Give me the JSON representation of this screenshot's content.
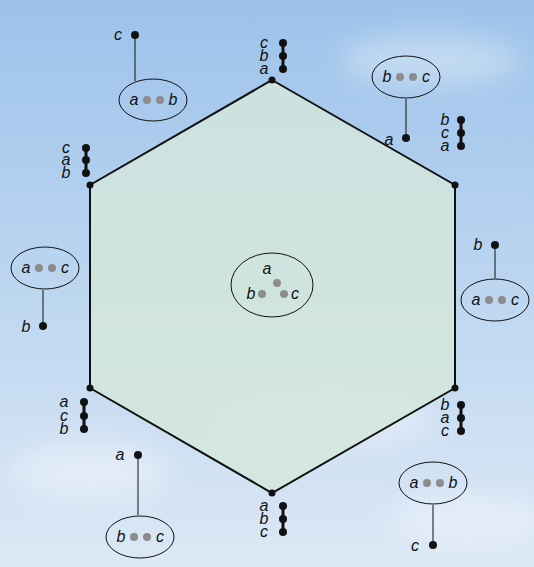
{
  "diagram": {
    "nodes": [
      {
        "text": [
          "b",
          "c"
        ]
      },
      {
        "text": [
          "a",
          "b"
        ]
      },
      {
        "text": [
          "a",
          "c"
        ]
      },
      {
        "text": [
          "a",
          "b",
          "c"
        ]
      },
      {
        "text": [
          "a",
          "c"
        ]
      },
      {
        "text": [
          "a",
          "b"
        ]
      },
      {
        "text": [
          "b",
          "c"
        ]
      }
    ],
    "labels": [
      "c",
      "c",
      "b",
      "a",
      "b",
      "c",
      "a",
      "a",
      "c",
      "a",
      "b",
      "b",
      "b",
      "a",
      "c",
      "b",
      "b",
      "a",
      "c",
      "a",
      "a",
      "b",
      "c",
      "c"
    ]
  }
}
